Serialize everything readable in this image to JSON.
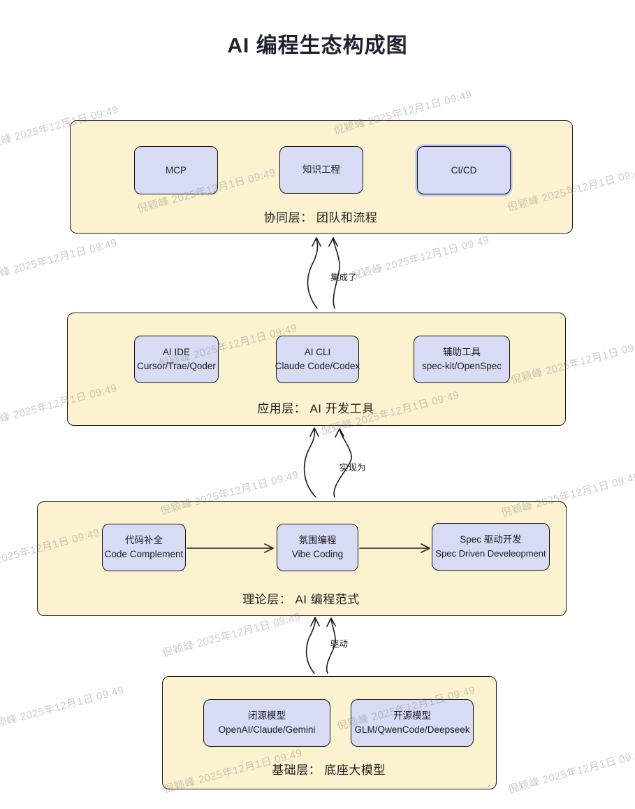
{
  "title": "AI 编程生态构成图",
  "watermark": {
    "text": "倪颖峰 2025年12月1日 09:49",
    "positions": [
      [
        -28,
        210
      ],
      [
        478,
        188
      ],
      [
        197,
        300
      ],
      [
        727,
        298
      ],
      [
        -30,
        400
      ],
      [
        503,
        396
      ],
      [
        228,
        522
      ],
      [
        732,
        545
      ],
      [
        -30,
        608
      ],
      [
        460,
        618
      ],
      [
        230,
        732
      ],
      [
        718,
        735
      ],
      [
        -55,
        815
      ],
      [
        233,
        935
      ],
      [
        483,
        1040
      ],
      [
        -20,
        1040
      ],
      [
        235,
        1130
      ],
      [
        728,
        1130
      ]
    ]
  },
  "edges": [
    {
      "id": "integrates",
      "label": "集成了"
    },
    {
      "id": "realizes",
      "label": "实现为"
    },
    {
      "id": "drives",
      "label": "驱动"
    }
  ],
  "layers": [
    {
      "id": "collaboration",
      "label": "协同层： 团队和流程",
      "boxes": [
        {
          "lines": [
            "MCP"
          ]
        },
        {
          "lines": [
            "知识工程"
          ]
        },
        {
          "lines": [
            "CI/CD"
          ],
          "selected": true
        }
      ]
    },
    {
      "id": "application",
      "label": "应用层： AI 开发工具",
      "boxes": [
        {
          "lines": [
            "AI IDE",
            "Cursor/Trae/Qoder"
          ]
        },
        {
          "lines": [
            "AI CLI",
            "Claude Code/Codex"
          ]
        },
        {
          "lines": [
            "辅助工具",
            "spec-kit/OpenSpec"
          ]
        }
      ]
    },
    {
      "id": "theory",
      "label": "理论层： AI 编程范式",
      "boxes": [
        {
          "lines": [
            "代码补全",
            "Code Complement"
          ]
        },
        {
          "lines": [
            "氛围编程",
            "Vibe Coding"
          ]
        },
        {
          "lines": [
            "Spec 驱动开发",
            "Spec Driven Develeopment"
          ]
        }
      ]
    },
    {
      "id": "foundation",
      "label": "基础层： 底座大模型",
      "boxes": [
        {
          "lines": [
            "闭源模型",
            "OpenAI/Claude/Gemini"
          ]
        },
        {
          "lines": [
            "开源模型",
            "GLM/QwenCode/Deepseek"
          ]
        }
      ]
    }
  ],
  "colors": {
    "layer_fill": "#fcf2cf",
    "node_fill": "#d7dcf4",
    "stroke": "#1d1d1f",
    "selected_ring": "#b6c3f2",
    "title_text": "#1e2230",
    "watermark_text": "#c9c9c9",
    "background": "#ffffff"
  }
}
